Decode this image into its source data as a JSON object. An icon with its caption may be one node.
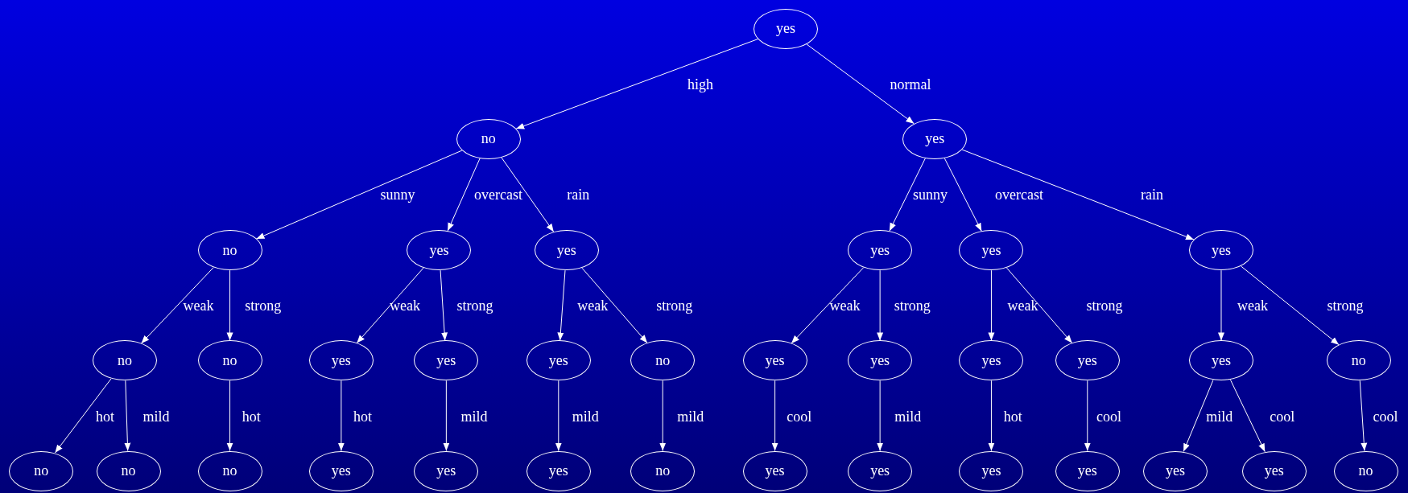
{
  "diagram": {
    "nodes": [
      {
        "text": [
          "yes"
        ]
      },
      {
        "text": [
          "no"
        ]
      },
      {
        "text": [
          "yes"
        ]
      },
      {
        "text": [
          "no"
        ]
      },
      {
        "text": [
          "yes"
        ]
      },
      {
        "text": [
          "yes"
        ]
      },
      {
        "text": [
          "yes"
        ]
      },
      {
        "text": [
          "yes"
        ]
      },
      {
        "text": [
          "yes"
        ]
      },
      {
        "text": [
          "no"
        ]
      },
      {
        "text": [
          "no"
        ]
      },
      {
        "text": [
          "yes"
        ]
      },
      {
        "text": [
          "yes"
        ]
      },
      {
        "text": [
          "yes"
        ]
      },
      {
        "text": [
          "no"
        ]
      },
      {
        "text": [
          "yes"
        ]
      },
      {
        "text": [
          "yes"
        ]
      },
      {
        "text": [
          "yes"
        ]
      },
      {
        "text": [
          "yes"
        ]
      },
      {
        "text": [
          "yes"
        ]
      },
      {
        "text": [
          "no"
        ]
      },
      {
        "text": [
          "no"
        ]
      },
      {
        "text": [
          "no"
        ]
      },
      {
        "text": [
          "no"
        ]
      },
      {
        "text": [
          "yes"
        ]
      },
      {
        "text": [
          "yes"
        ]
      },
      {
        "text": [
          "yes"
        ]
      },
      {
        "text": [
          "no"
        ]
      },
      {
        "text": [
          "yes"
        ]
      },
      {
        "text": [
          "yes"
        ]
      },
      {
        "text": [
          "yes"
        ]
      },
      {
        "text": [
          "yes"
        ]
      },
      {
        "text": [
          "yes"
        ]
      },
      {
        "text": [
          "yes"
        ]
      },
      {
        "text": [
          "no"
        ]
      }
    ],
    "edges": [
      {
        "from": 0,
        "to": 1,
        "arrow": "to",
        "label": "high"
      },
      {
        "from": 0,
        "to": 2,
        "arrow": "to",
        "label": "normal"
      },
      {
        "from": 1,
        "to": 3,
        "arrow": "to",
        "label": "sunny"
      },
      {
        "from": 1,
        "to": 4,
        "arrow": "to",
        "label": "overcast"
      },
      {
        "from": 1,
        "to": 5,
        "arrow": "to",
        "label": "rain"
      },
      {
        "from": 2,
        "to": 6,
        "arrow": "to",
        "label": "sunny"
      },
      {
        "from": 2,
        "to": 7,
        "arrow": "to",
        "label": "overcast"
      },
      {
        "from": 2,
        "to": 8,
        "arrow": "to",
        "label": "rain"
      },
      {
        "from": 3,
        "to": 9,
        "arrow": "to",
        "label": "weak"
      },
      {
        "from": 3,
        "to": 10,
        "arrow": "to",
        "label": "strong"
      },
      {
        "from": 4,
        "to": 11,
        "arrow": "to",
        "label": "weak"
      },
      {
        "from": 4,
        "to": 12,
        "arrow": "to",
        "label": "strong"
      },
      {
        "from": 5,
        "to": 13,
        "arrow": "to",
        "label": "weak"
      },
      {
        "from": 5,
        "to": 14,
        "arrow": "to",
        "label": "strong"
      },
      {
        "from": 6,
        "to": 15,
        "arrow": "to",
        "label": "weak"
      },
      {
        "from": 6,
        "to": 16,
        "arrow": "to",
        "label": "strong"
      },
      {
        "from": 7,
        "to": 17,
        "arrow": "to",
        "label": "weak"
      },
      {
        "from": 7,
        "to": 18,
        "arrow": "to",
        "label": "strong"
      },
      {
        "from": 8,
        "to": 19,
        "arrow": "to",
        "label": "weak"
      },
      {
        "from": 8,
        "to": 20,
        "arrow": "to",
        "label": "strong"
      },
      {
        "from": 9,
        "to": 21,
        "arrow": "to",
        "label": "hot"
      },
      {
        "from": 9,
        "to": 22,
        "arrow": "to",
        "label": "mild"
      },
      {
        "from": 10,
        "to": 23,
        "arrow": "to",
        "label": "hot"
      },
      {
        "from": 11,
        "to": 24,
        "arrow": "to",
        "label": "hot"
      },
      {
        "from": 12,
        "to": 25,
        "arrow": "to",
        "label": "mild"
      },
      {
        "from": 13,
        "to": 26,
        "arrow": "to",
        "label": "mild"
      },
      {
        "from": 14,
        "to": 27,
        "arrow": "to",
        "label": "mild"
      },
      {
        "from": 15,
        "to": 28,
        "arrow": "to",
        "label": "cool"
      },
      {
        "from": 16,
        "to": 29,
        "arrow": "to",
        "label": "mild"
      },
      {
        "from": 17,
        "to": 30,
        "arrow": "to",
        "label": "hot"
      },
      {
        "from": 18,
        "to": 31,
        "arrow": "to",
        "label": "cool"
      },
      {
        "from": 19,
        "to": 32,
        "arrow": "to",
        "label": "mild"
      },
      {
        "from": 19,
        "to": 33,
        "arrow": "to",
        "label": "cool"
      },
      {
        "from": 20,
        "to": 34,
        "arrow": "to",
        "label": "cool"
      }
    ]
  }
}
